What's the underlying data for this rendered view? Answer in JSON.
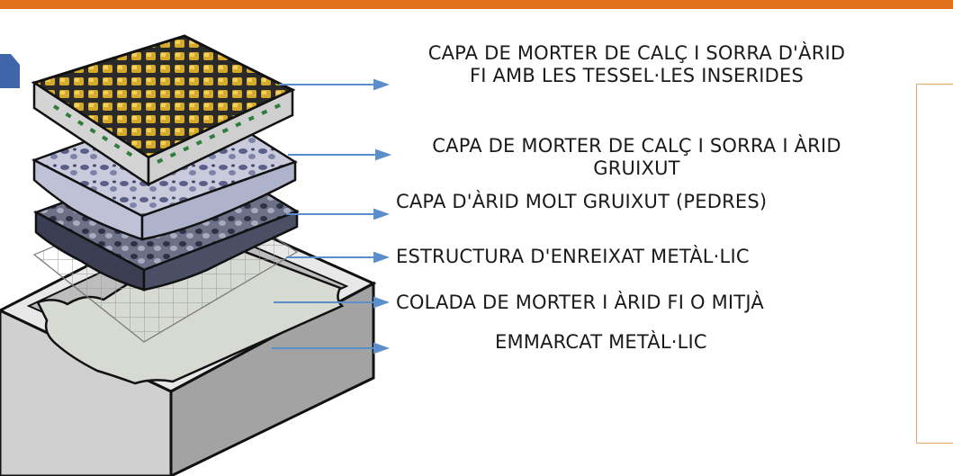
{
  "colors": {
    "accent_bar": "#E2711D",
    "arrow": "#5B8FCB",
    "tab": "#3F66A8",
    "frame_border": "#E2A66E"
  },
  "layers": [
    {
      "line1": "CAPA DE MORTER DE CALÇ I SORRA D'ÀRID",
      "line2": "FI AMB LES TESSEL·LES INSERIDES"
    },
    {
      "line1": "CAPA DE MORTER DE CALÇ I SORRA I ÀRID",
      "line2": "GRUIXUT"
    },
    {
      "line1": "CAPA D'ÀRID MOLT GRUIXUT (PEDRES)"
    },
    {
      "line1": "ESTRUCTURA D'ENREIXAT METÀL·LIC"
    },
    {
      "line1": "COLADA DE MORTER I ÀRID FI O MITJÀ"
    },
    {
      "line1": "EMMARCAT METÀL·LIC"
    }
  ]
}
